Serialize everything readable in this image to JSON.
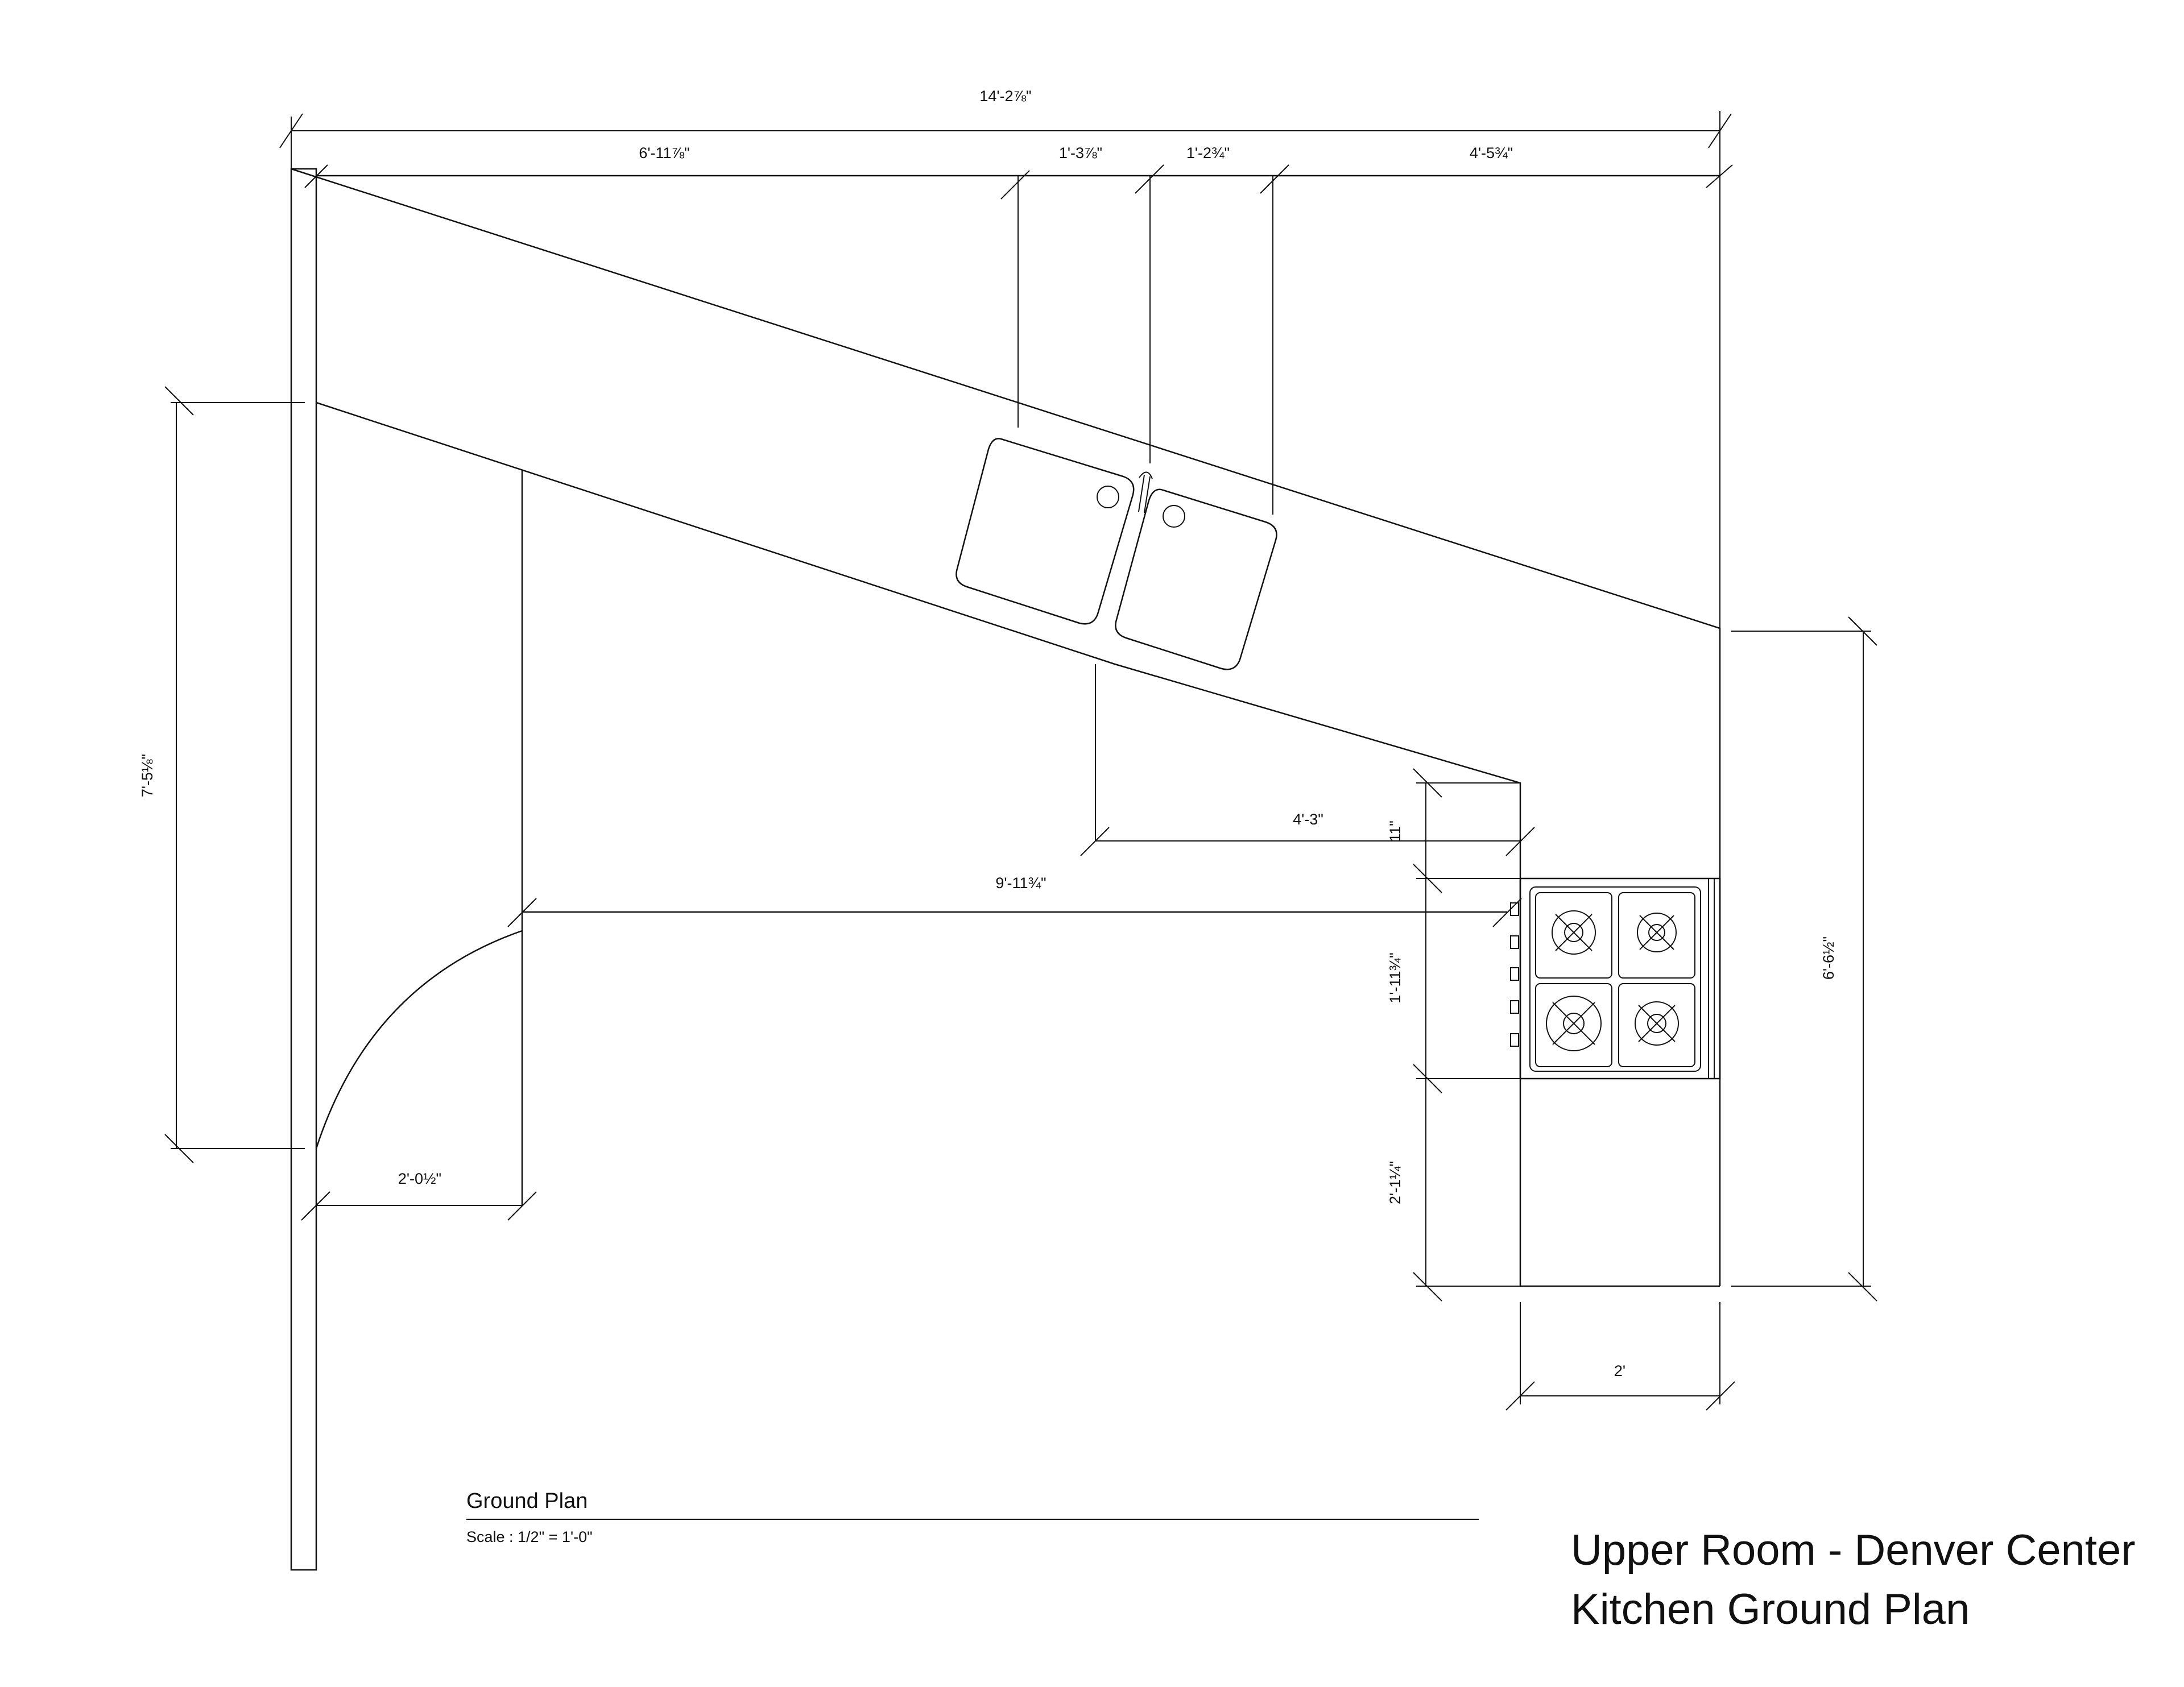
{
  "title_block": {
    "line1": "Upper Room - Denver Center",
    "line2": "Kitchen Ground Plan"
  },
  "plan_label": {
    "name": "Ground Plan",
    "scale": "Scale : 1/2\" = 1'-0\""
  },
  "dimensions": {
    "overall_width": "14'-2⅞\"",
    "seg_1": "6'-11⅞\"",
    "seg_2": "1'-3⅞\"",
    "seg_3": "1'-2¾\"",
    "seg_4": "4'-5¾\"",
    "left_height": "7'-5⅛\"",
    "right_height": "6'-6½\"",
    "counter_to_range": "4'-3\"",
    "counter_depth": "11\"",
    "range_depth": "1'-11¾\"",
    "lower_run": "2'-1¼\"",
    "counter_width": "2'",
    "island_length": "9'-11¾\"",
    "door_width": "2'-0½\""
  }
}
